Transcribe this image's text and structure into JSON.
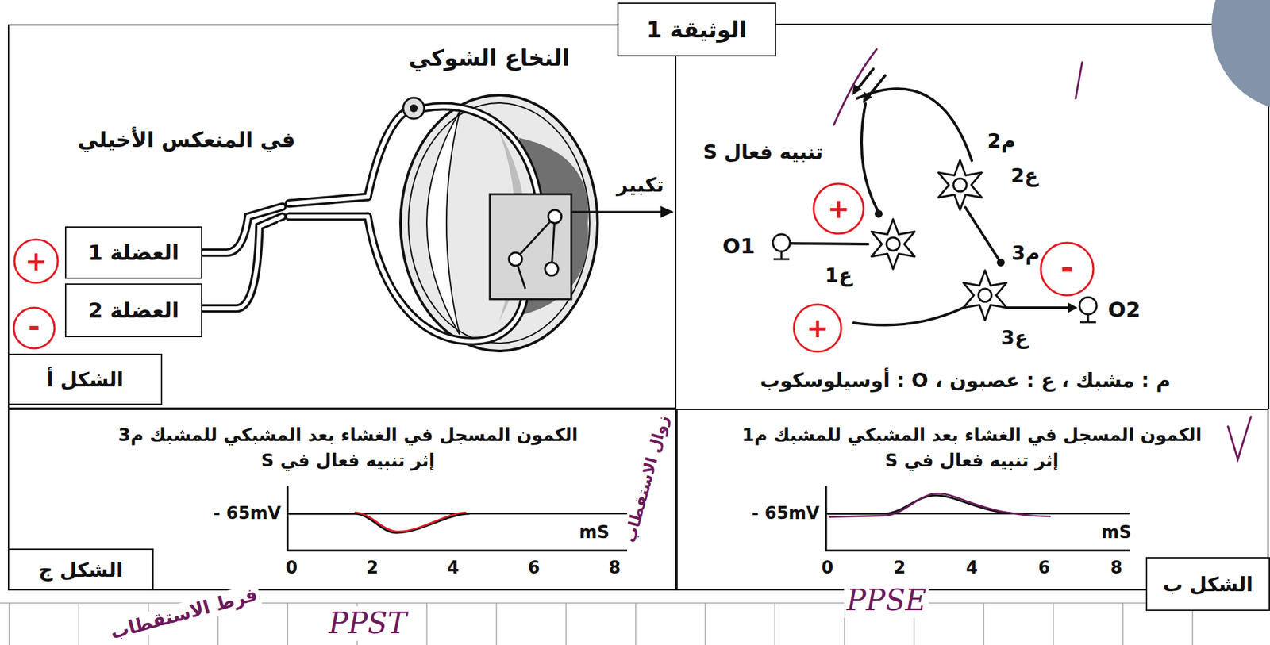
{
  "diagram": {
    "title": "الوثيقة 1",
    "nodes": [
      {
        "text": [
          "النخاع الشوكي",
          "في المنعكس الأخيلي"
        ]
      },
      {
        "text": [
          "العضلة 1"
        ],
        "in": 0
      },
      {
        "text": [
          "العضلة 2"
        ],
        "in": 0
      },
      {
        "text": [
          "الشكل أ"
        ],
        "in": 0
      },
      {
        "text": [
          "الكمون المسجل في الغشاء بعد المشبكي للمشبك م1 إثر تنبيه فعال في S"
        ]
      },
      {
        "text": [
          "الشكل ب"
        ],
        "in": 4
      },
      {
        "text": [
          "الكمون المسجل في الغشاء بعد المشبكي للمشبك م3 إثر تنبيه فعال في S"
        ]
      },
      {
        "text": [
          "الشكل ج"
        ],
        "in": 6
      }
    ],
    "labels": [
      "تكبير",
      "تنبيه فعال S",
      "م2",
      "ع2",
      "O1",
      "ع1",
      "م3",
      "ع3",
      "O2",
      "م : مشبك ، ع : عصبون ، O : أوسيلوسكوب",
      "- 65mV",
      "mS",
      "0",
      "2",
      "4",
      "6",
      "8",
      "- 65mV",
      "mS",
      "0",
      "2",
      "4",
      "6",
      "8",
      "+",
      "-",
      "+",
      "-",
      "+",
      "PPSE",
      "PPST",
      "فرط الاستقطاب",
      "زوال الاستقطاب"
    ]
  }
}
